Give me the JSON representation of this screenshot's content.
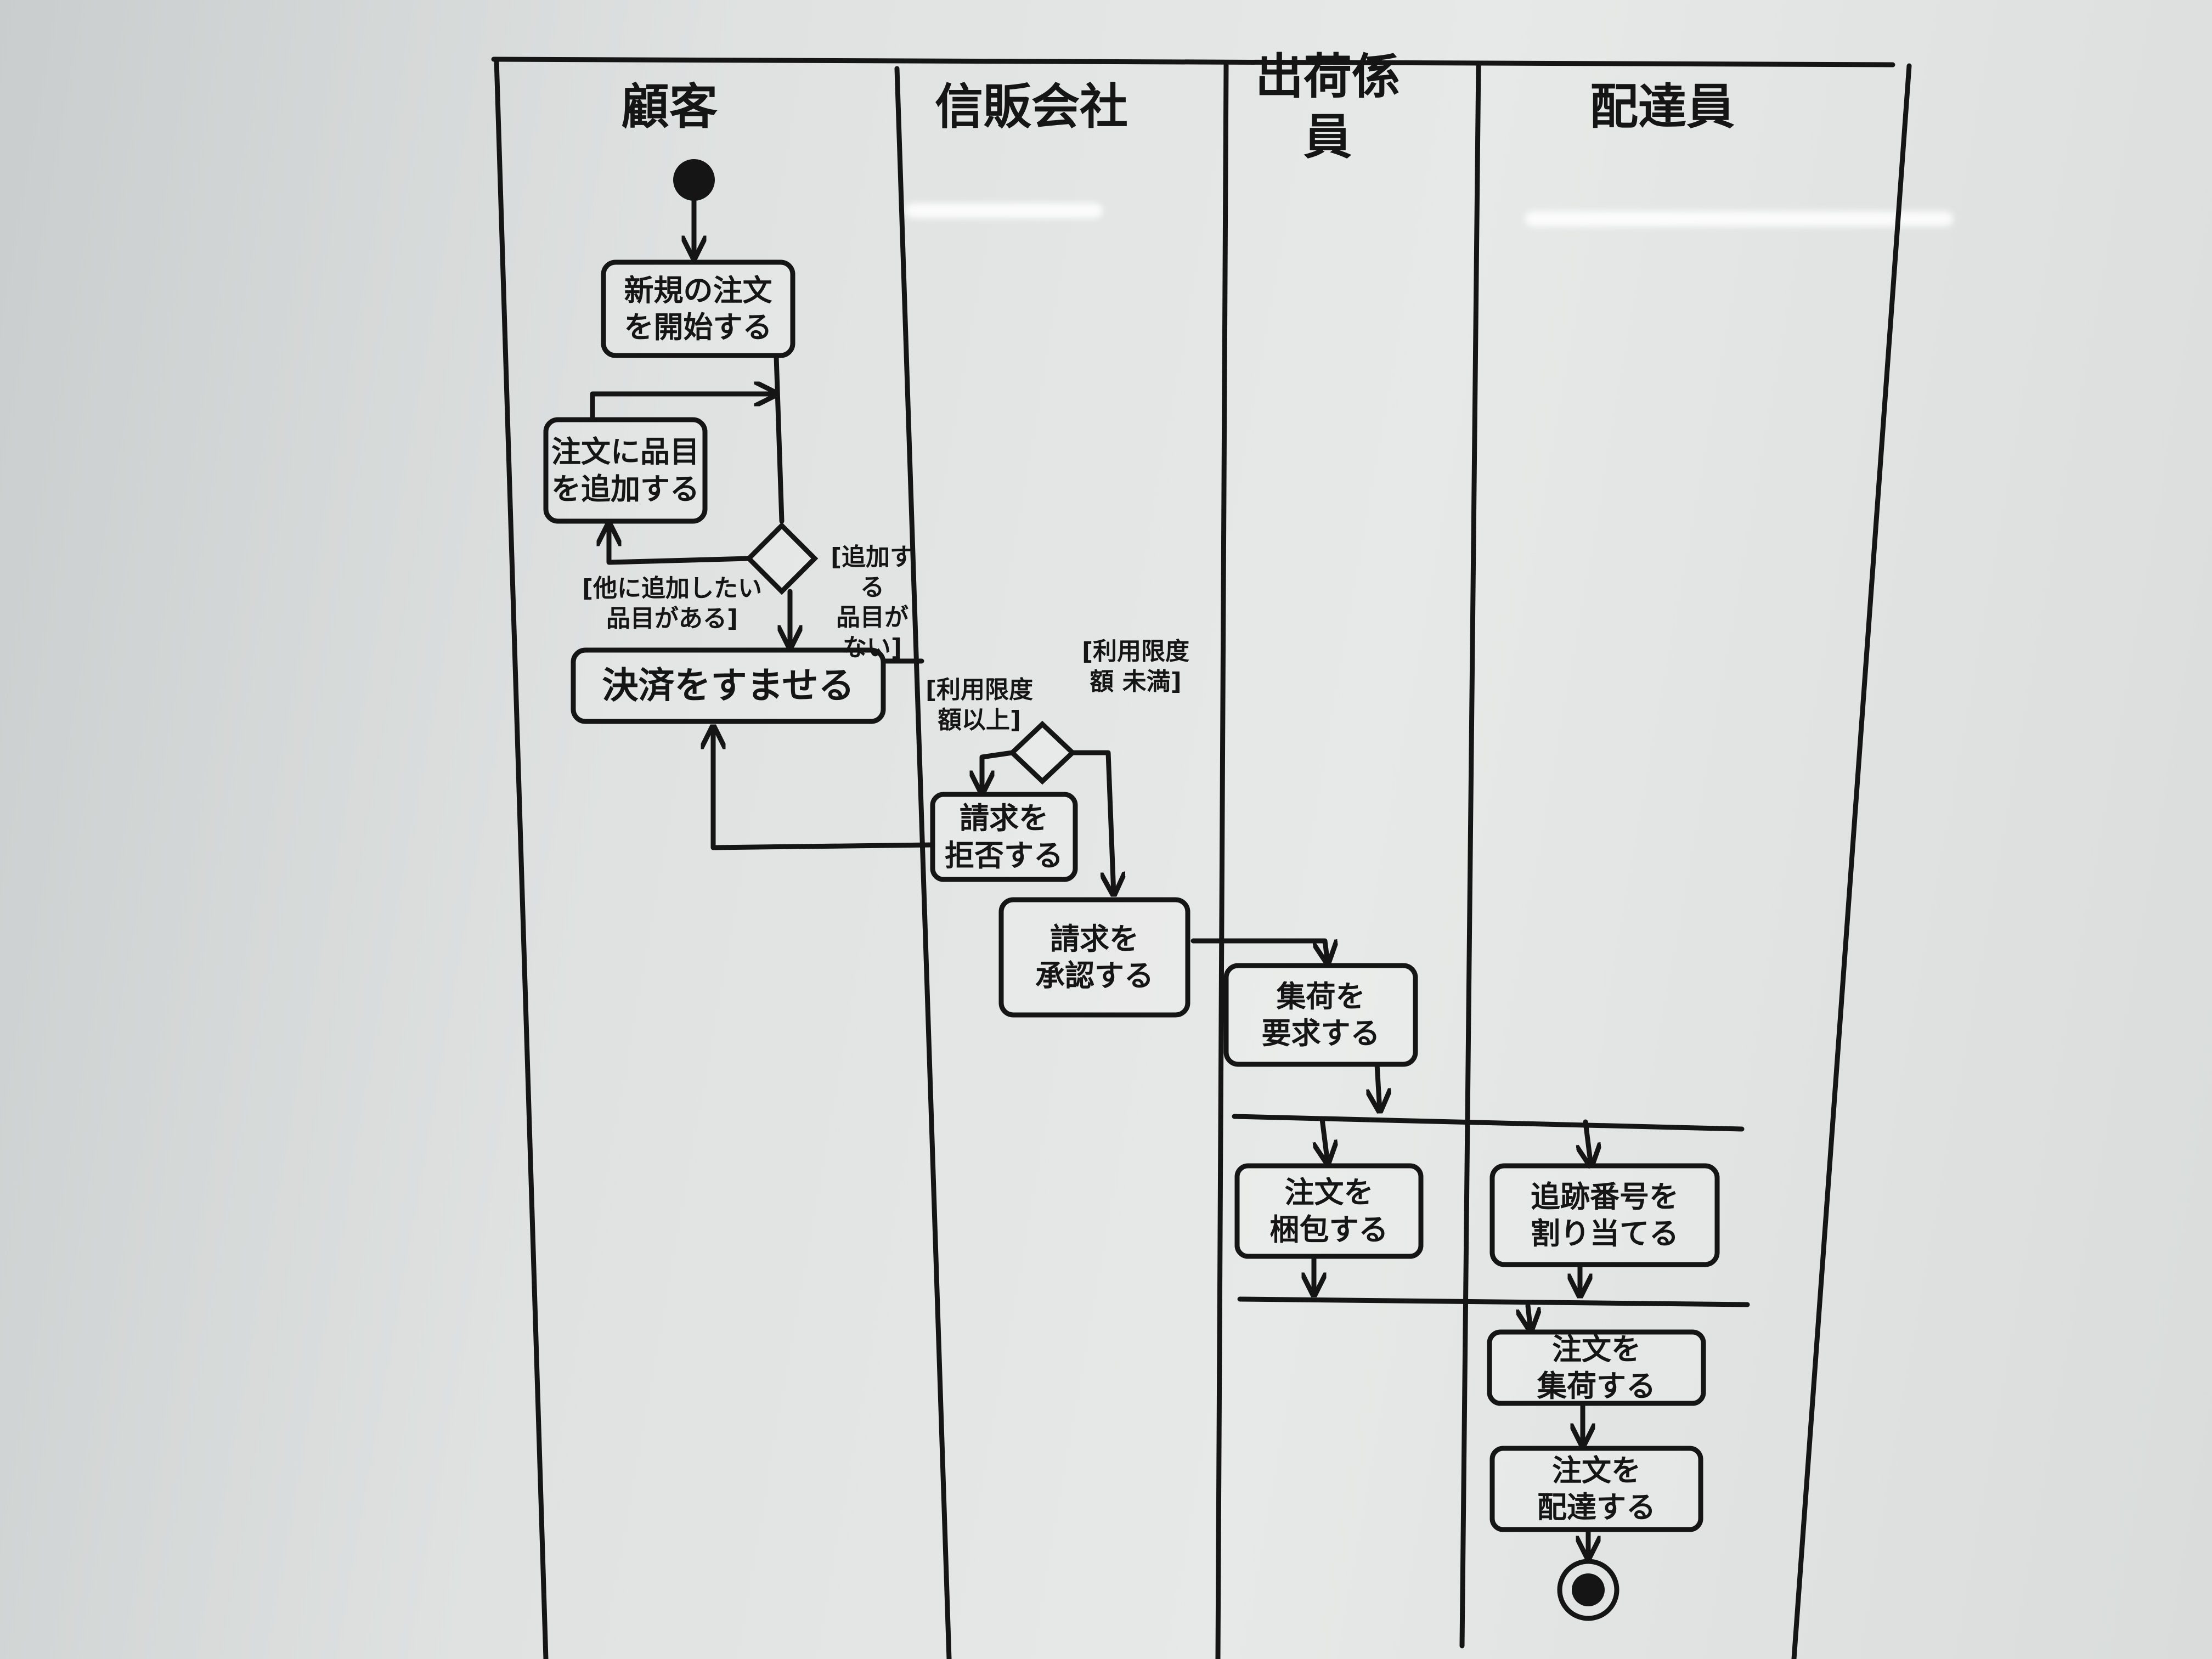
{
  "lanes": [
    "顧客",
    "信販会社",
    "出荷係員",
    "配達員"
  ],
  "activities": {
    "start_order": "新規の注文\nを開始する",
    "add_item": "注文に品目\nを追加する",
    "checkout": "決済をすませる",
    "reject": "請求を\n拒否する",
    "approve": "請求を\n承認する",
    "request_pickup": "集荷を\n要求する",
    "pack": "注文を\n梱包する",
    "assign_tracking": "追跡番号を\n割り当てる",
    "collect": "注文を\n集荷する",
    "deliver": "注文を\n配達する"
  },
  "guards": {
    "more_items": "[他に追加したい\n品目がある]",
    "no_more_items": "[追加する\n品目が\nない]",
    "over_limit": "[利用限度\n額以上]",
    "under_limit": "[利用限度\n額 未満]"
  },
  "colors": {
    "ink": "#151515",
    "board": "#e3e6e5"
  }
}
